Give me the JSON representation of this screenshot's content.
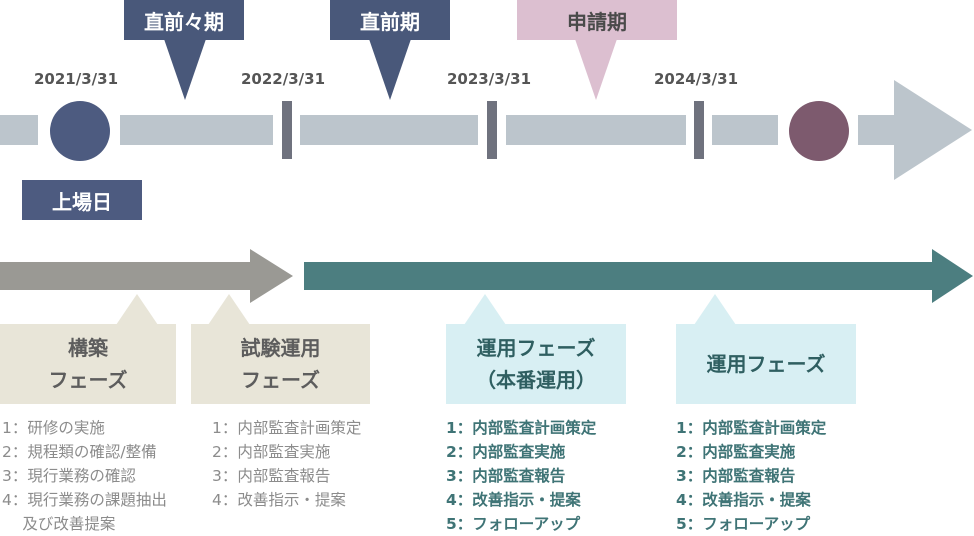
{
  "timeline": {
    "dates": [
      "2021/3/31",
      "2022/3/31",
      "2023/3/31",
      "2024/3/31"
    ],
    "periods": [
      {
        "label": "直前々期",
        "color": "#49587a"
      },
      {
        "label": "直前期",
        "color": "#49587a"
      },
      {
        "label": "申請期",
        "color": "#dcbfd0",
        "text_color": "#4a4a4a"
      }
    ],
    "listing_day_label": "上場日",
    "colors": {
      "bar": "#bcc5cc",
      "tick": "#6f727e",
      "start_dot": "#4d5b80",
      "end_dot": "#7d5a6e"
    }
  },
  "phases": [
    {
      "title": "構築\nフェーズ",
      "items": [
        "1：研修の実施",
        "2：規程類の確認/整備",
        "3：現行業務の確認",
        "4：現行業務の課題抽出",
        "　 及び改善提案"
      ]
    },
    {
      "title": "試験運用\nフェーズ",
      "items": [
        "1：内部監査計画策定",
        "2：内部監査実施",
        "3：内部監査報告",
        "4：改善指示・提案"
      ]
    },
    {
      "title": "運用フェーズ\n（本番運用）",
      "items": [
        "1：内部監査計画策定",
        "2：内部監査実施",
        "3：内部監査報告",
        "4：改善指示・提案",
        "5：フォローアップ"
      ]
    },
    {
      "title": "運用フェーズ",
      "items": [
        "1：内部監査計画策定",
        "2：内部監査実施",
        "3：内部監査報告",
        "4：改善指示・提案",
        "5：フォローアップ"
      ]
    }
  ],
  "colors": {
    "gray_arrow": "#9a9994",
    "teal_arrow": "#4c7e80",
    "beige_box": "#e8e5d8",
    "cyan_box": "#d8eff3",
    "gray_text": "#8c8c8c",
    "teal_text": "#3f7476"
  }
}
